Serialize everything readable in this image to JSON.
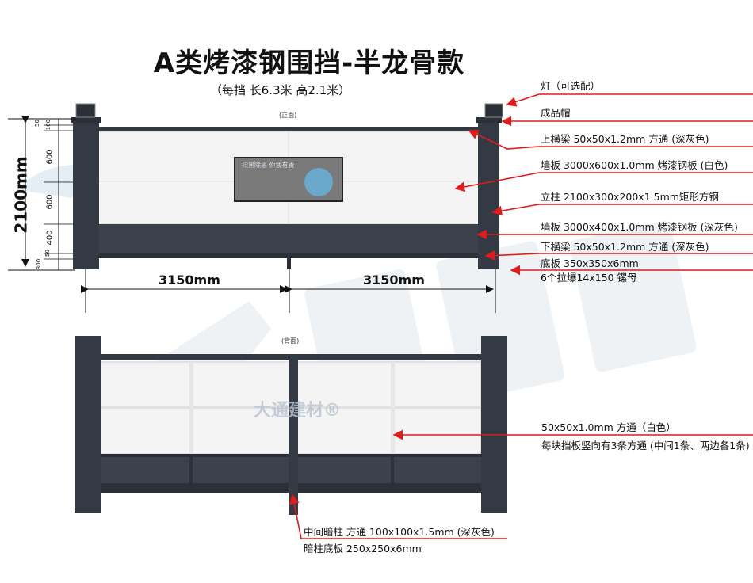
{
  "title": "A类烤漆钢围挡-半龙骨款",
  "subtitle": "（每挡 长6.3米 高2.1米）",
  "watermark": "大通建材",
  "watermark_small": "大通建材®",
  "front_view_label": "(正面)",
  "back_view_label": "(背面)",
  "banner_text": "扫黑除恶 你我有责",
  "height_dim": "2100mm",
  "height_ticks": [
    "50",
    "100",
    "600",
    "600",
    "400",
    "50",
    "300"
  ],
  "width_dims": [
    "3150mm",
    "3150mm"
  ],
  "front_labels": [
    "灯（可选配）",
    "成品帽",
    "上横梁 50x50x1.2mm 方通 (深灰色)",
    "墙板 3000x600x1.0mm 烤漆钢板 (白色)",
    "立柱 2100x300x200x1.5mm矩形方钢",
    "墙板 3000x400x1.0mm 烤漆钢板 (深灰色)",
    "下横梁 50x50x1.2mm 方通 (深灰色)",
    "底板 350x350x6mm",
    "6个拉爆14x150 镙母"
  ],
  "back_labels": [
    "50x50x1.0mm 方通（白色）",
    "每块挡板竖向有3条方通 (中间1条、两边各1条)",
    "中间暗柱 方通 100x100x1.5mm (深灰色)",
    "暗柱底板 250x250x6mm"
  ],
  "colors": {
    "post": "#343a44",
    "panel": "#f4f4f4",
    "accent": "#e01b1b"
  }
}
